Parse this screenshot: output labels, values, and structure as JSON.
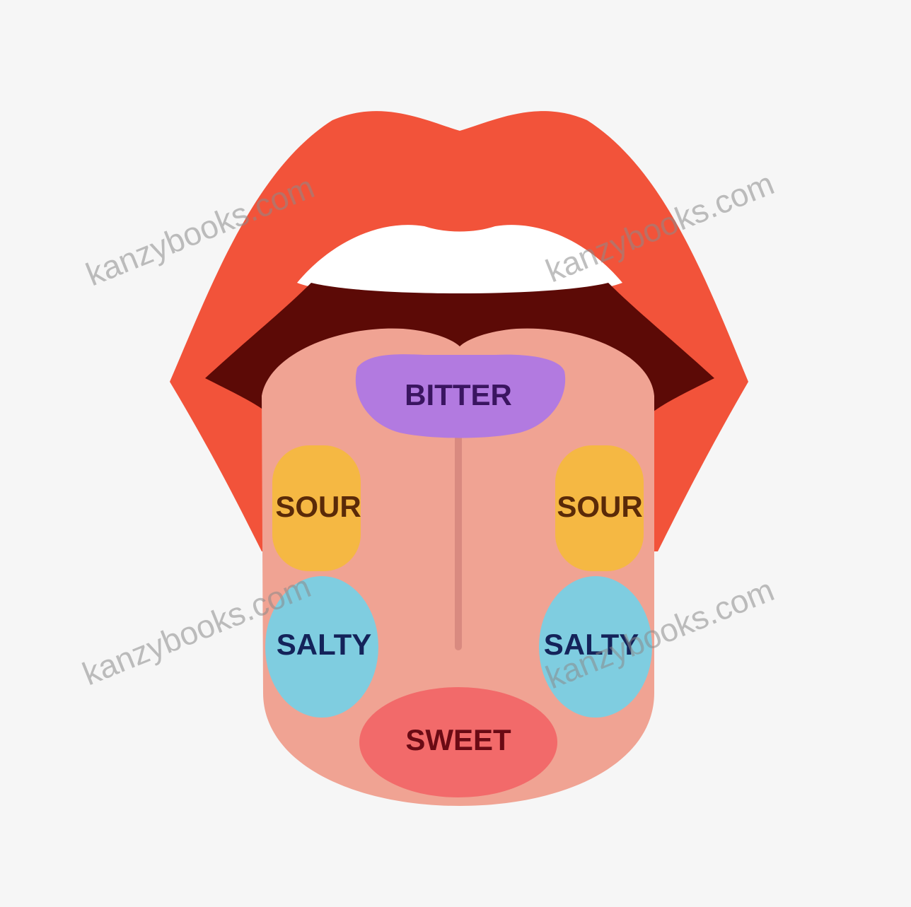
{
  "diagram": {
    "zones": {
      "bitter": "BITTER",
      "sour_left": "SOUR",
      "sour_right": "SOUR",
      "salty_left": "SALTY",
      "salty_right": "SALTY",
      "sweet": "SWEET"
    },
    "watermark": "kanzybooks.com"
  },
  "colors": {
    "background": "#f6f6f6",
    "lips": "#f2533a",
    "mouth_interior": "#5c0a06",
    "teeth": "#ffffff",
    "tongue": "#f0a393",
    "bitter_zone": "#b27ae0",
    "sour_zone": "#f5b843",
    "salty_zone": "#7fcde0",
    "sweet_zone": "#f26a6a",
    "midline": "#d98a80"
  }
}
